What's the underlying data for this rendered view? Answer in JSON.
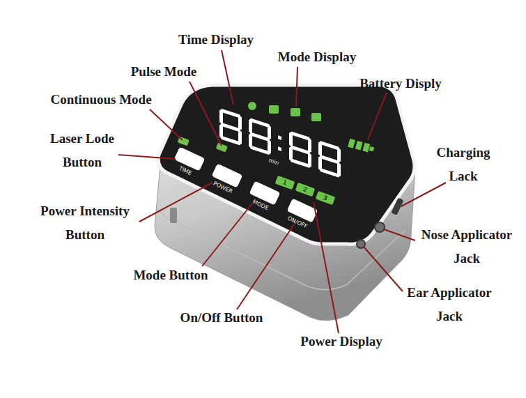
{
  "diagram": {
    "labels": [
      "Time Display",
      "Mode Display",
      "Pulse Mode",
      "Battery Disply",
      "Continuous Mode",
      "Laser Lode Button",
      "Charging Lack",
      "TIME",
      "POWER",
      "MODE",
      "ON/OFF",
      "min",
      "1",
      "2",
      "3",
      "Power Intensity Button",
      "Nose Applicator Jack",
      "Mode Button",
      "Ear Applicator Jack",
      "On/Off Button",
      "Power Display"
    ]
  }
}
